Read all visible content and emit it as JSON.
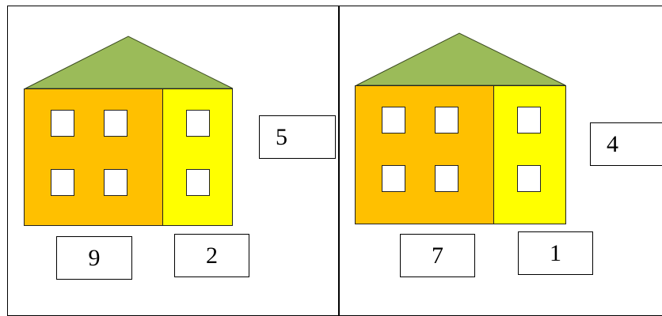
{
  "colors": {
    "roof": "#9bbb59",
    "left_section": "#ffc000",
    "right_section": "#ffff00",
    "window": "#ffffff"
  },
  "houses": [
    {
      "total": "5",
      "left": "9",
      "right": "2"
    },
    {
      "total": "4",
      "left": "7",
      "right": "1"
    }
  ]
}
